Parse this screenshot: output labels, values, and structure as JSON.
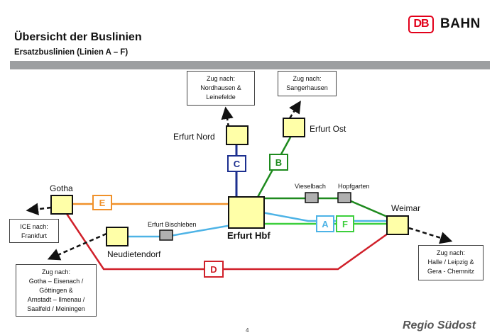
{
  "header": {
    "title": "Übersicht der Buslinien",
    "subtitle": "Ersatzbuslinien (Linien A – F)",
    "logo_mark": "DB",
    "logo_word": "BAHN"
  },
  "stations": {
    "gotha": "Gotha",
    "erfurt_nord": "Erfurt Nord",
    "erfurt_ost": "Erfurt Ost",
    "erfurt_hbf": "Erfurt Hbf",
    "weimar": "Weimar",
    "neudietendorf": "Neudietendorf",
    "erfurt_bischleben": "Erfurt Bischleben",
    "vieselbach": "Vieselbach",
    "hopfgarten": "Hopfgarten"
  },
  "lines": {
    "A": {
      "label": "A",
      "color": "#4db3e6"
    },
    "B": {
      "label": "B",
      "color": "#1e8a1e"
    },
    "C": {
      "label": "C",
      "color": "#1c2f8f"
    },
    "D": {
      "label": "D",
      "color": "#d0202a"
    },
    "E": {
      "label": "E",
      "color": "#f0912a"
    },
    "F": {
      "label": "F",
      "color": "#3ccf3c"
    }
  },
  "connections": {
    "nordhausen": "Zug nach:\nNordhausen &\nLeinefelde",
    "sangerhausen": "Zug nach:\nSangerhausen",
    "frankfurt": "ICE nach:\nFrankfurt",
    "gotha_eisenach": "Zug nach:\nGotha – Eisenach /\nGöttingen &\nArnstadt – Ilmenau /\nSaalfeld / Meiningen",
    "halle": "Zug nach:\nHalle / Leipzig &\nGera - Chemnitz"
  },
  "footer": {
    "brand": "Regio Südost",
    "page_number": "4"
  }
}
